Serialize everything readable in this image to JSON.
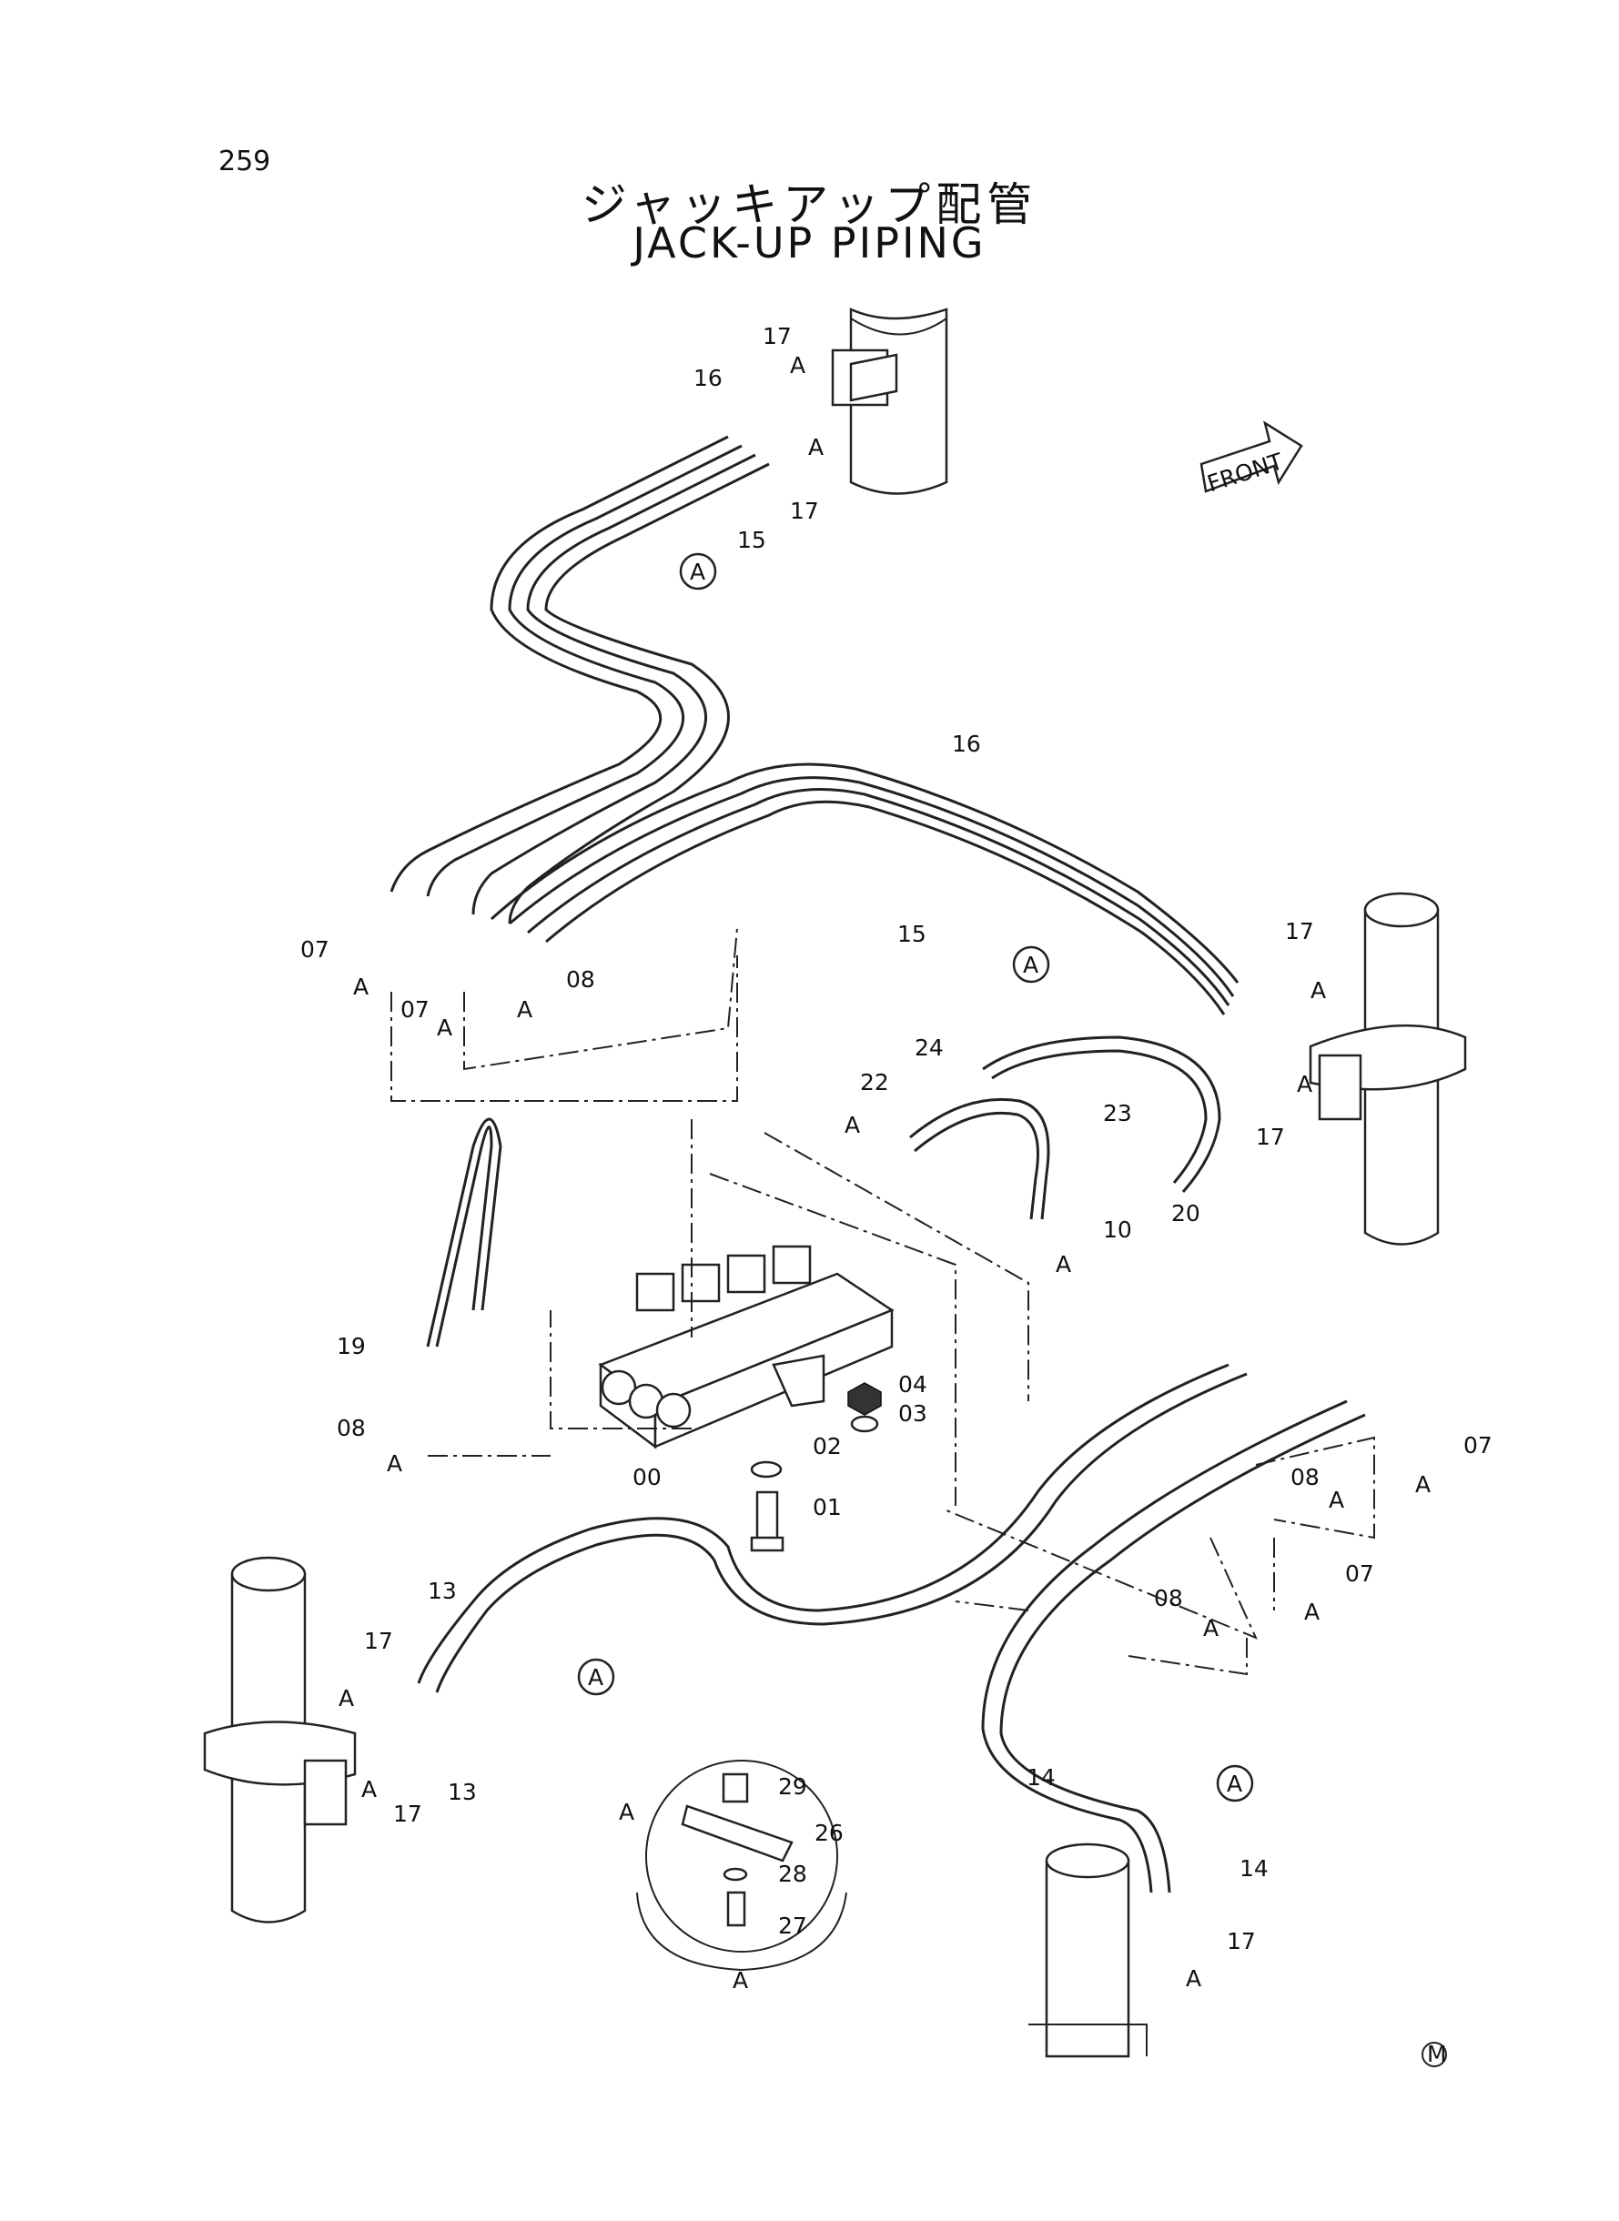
{
  "header": {
    "page_number": "259",
    "title_japanese": "ジャッキアップ配管",
    "title_english": "JACK-UP PIPING"
  },
  "direction_marker": {
    "label": "FRONT"
  },
  "clamp_detail": {
    "marker": "A",
    "parts": [
      "29",
      "26",
      "28",
      "27"
    ],
    "footer": "A"
  },
  "callouts": {
    "top": [
      "17",
      "A",
      "16",
      "A",
      "17",
      "15"
    ],
    "mid_right": [
      "16",
      "15",
      "17",
      "A",
      "A",
      "17"
    ],
    "left_fittings": [
      "07",
      "A",
      "07",
      "A",
      "08",
      "A"
    ],
    "hose_group": [
      "24",
      "22",
      "A",
      "23",
      "20",
      "10",
      "A"
    ],
    "valve": [
      "19",
      "08",
      "A",
      "00",
      "04",
      "03",
      "02",
      "01"
    ],
    "right_fittings": [
      "07",
      "A",
      "08",
      "A",
      "08",
      "A",
      "07",
      "A"
    ],
    "bottom_left": [
      "13",
      "17",
      "A",
      "A",
      "17",
      "13"
    ],
    "bottom_right": [
      "14",
      "14",
      "17",
      "A"
    ]
  },
  "section_markers": [
    "A",
    "A",
    "A",
    "A"
  ],
  "maker_mark": "M"
}
